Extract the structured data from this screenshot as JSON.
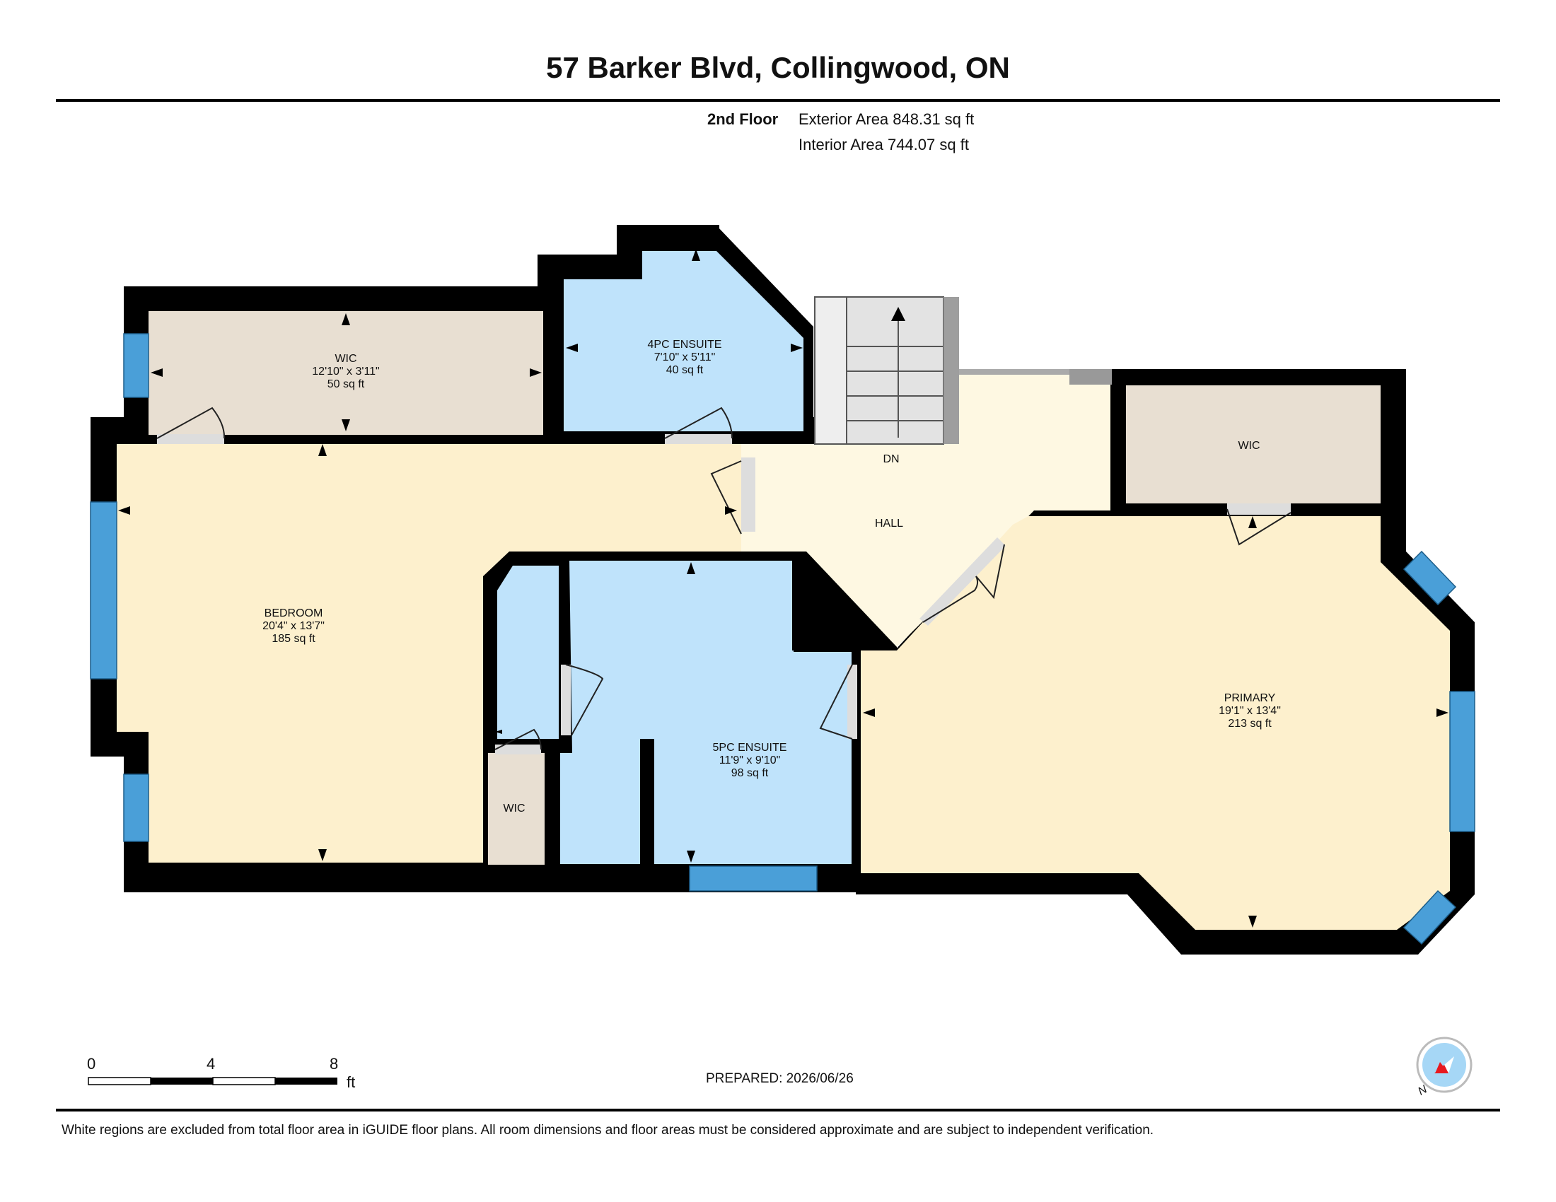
{
  "header": {
    "title": "57 Barker Blvd, Collingwood, ON",
    "floor": "2nd Floor",
    "exterior_area": "Exterior Area 848.31 sq ft",
    "interior_area": "Interior Area 744.07 sq ft"
  },
  "rooms": {
    "wic_top": {
      "name": "WIC",
      "dims": "12'10\" x 3'11\"",
      "area": "50 sq ft"
    },
    "ensuite_4pc": {
      "name": "4PC ENSUITE",
      "dims": "7'10\" x 5'11\"",
      "area": "40 sq ft"
    },
    "bedroom": {
      "name": "BEDROOM",
      "dims": "20'4\" x 13'7\"",
      "area": "185 sq ft"
    },
    "ensuite_5pc": {
      "name": "5PC ENSUITE",
      "dims": "11'9\" x 9'10\"",
      "area": "98 sq ft"
    },
    "wic_small": {
      "name": "WIC"
    },
    "hall": {
      "name": "HALL"
    },
    "stairs": {
      "label": "DN"
    },
    "wic_right": {
      "name": "WIC"
    },
    "primary": {
      "name": "PRIMARY",
      "dims": "19'1\" x 13'4\"",
      "area": "213 sq ft"
    }
  },
  "colors": {
    "bedroom_fill": "#fdf0cd",
    "hall_fill": "#fef8e2",
    "bath_fill": "#bfe3fb",
    "closet_fill": "#e8dfd2",
    "window_blue": "#4a9fd8",
    "wall": "#000000"
  },
  "scale": {
    "ticks": [
      "0",
      "4",
      "8"
    ],
    "unit": "ft"
  },
  "footer": {
    "prepared": "PREPARED: 2026/06/26",
    "disclaimer": "White regions are excluded from total floor area in iGUIDE floor plans. All room dimensions and floor areas must be considered approximate and are subject to independent verification."
  },
  "compass": {
    "label": "N"
  }
}
